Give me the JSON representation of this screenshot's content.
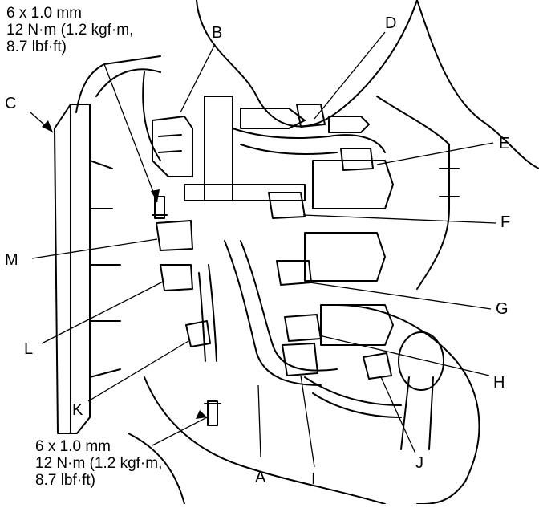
{
  "specs": {
    "top": {
      "line1": "6 x 1.0 mm",
      "line2": "12 N·m (1.2 kgf·m,",
      "line3": "8.7 lbf·ft)"
    },
    "bottom": {
      "line1": "6 x 1.0 mm",
      "line2": "12 N·m (1.2 kgf·m,",
      "line3": "8.7 lbf·ft)"
    }
  },
  "callouts": {
    "A": "A",
    "B": "B",
    "C": "C",
    "D": "D",
    "E": "E",
    "F": "F",
    "G": "G",
    "H": "H",
    "I": "I",
    "J": "J",
    "K": "K",
    "L": "L",
    "M": "M"
  }
}
